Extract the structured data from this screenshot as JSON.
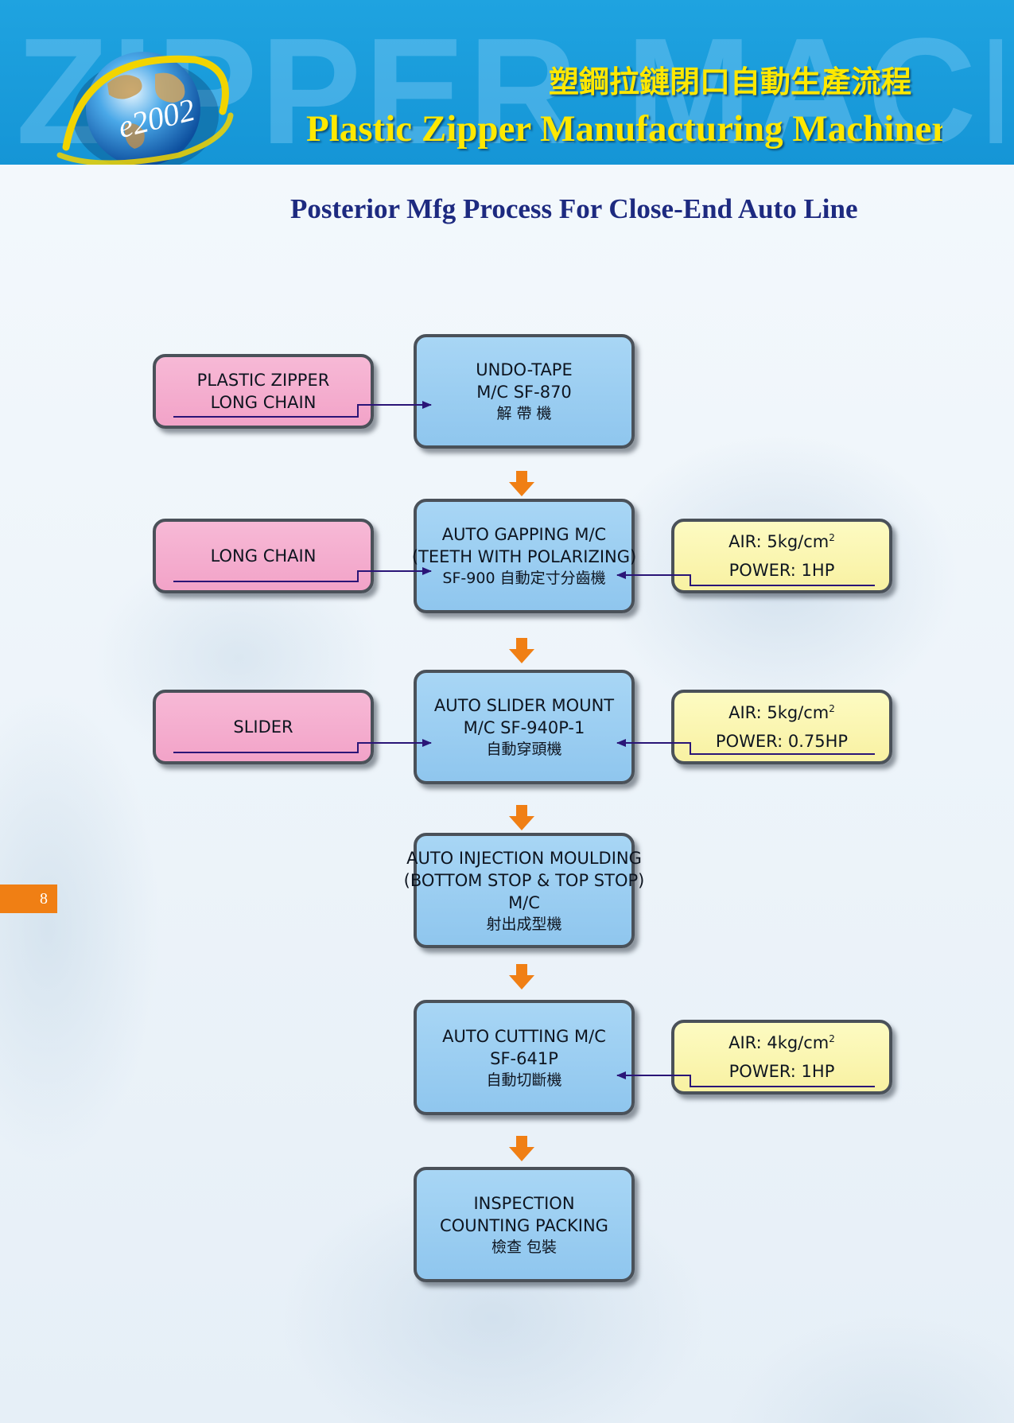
{
  "header": {
    "watermark": "ZIPPER MACHINE",
    "logo_text": "e2002",
    "title_cn": "塑鋼拉鏈閉口自動生產流程",
    "title_en": "Plastic  Zipper  Manufacturing  Machinery"
  },
  "subtitle": "Posterior Mfg Process For Close-End Auto Line",
  "page_number": "8",
  "flow": {
    "steps": [
      {
        "lines": [
          "UNDO-TAPE",
          "M/C  SF-870",
          "解  帶  機"
        ]
      },
      {
        "lines": [
          "AUTO GAPPING M/C",
          "(TEETH WITH POLARIZING)",
          "SF-900 自動定寸分齒機"
        ]
      },
      {
        "lines": [
          "AUTO SLIDER MOUNT",
          "M/C  SF-940P-1",
          "自動穿頭機"
        ]
      },
      {
        "lines": [
          "AUTO INJECTION MOULDING",
          "(BOTTOM STOP & TOP STOP)",
          "M/C",
          "射出成型機"
        ]
      },
      {
        "lines": [
          "AUTO CUTTING M/C",
          "SF-641P",
          "自動切斷機"
        ]
      },
      {
        "lines": [
          "INSPECTION",
          "COUNTING PACKING",
          "檢查   包裝"
        ]
      }
    ],
    "inputs": [
      {
        "lines": [
          "PLASTIC ZIPPER",
          "LONG CHAIN"
        ]
      },
      {
        "lines": [
          "LONG  CHAIN"
        ]
      },
      {
        "lines": [
          "SLIDER"
        ]
      }
    ],
    "utilities": [
      {
        "air_value": "AIR: 5kg/cm",
        "air_exp": "2",
        "power": "POWER: 1HP"
      },
      {
        "air_value": "AIR: 5kg/cm",
        "air_exp": "2",
        "power": "POWER: 0.75HP"
      },
      {
        "air_value": "AIR: 4kg/cm",
        "air_exp": "2",
        "power": "POWER: 1HP"
      }
    ]
  },
  "colors": {
    "header_blue": "#1595d6",
    "title_yellow": "#ffe800",
    "subtitle_navy": "#1d2a80",
    "step_blue": "#8fc6ee",
    "input_pink": "#f2a3c8",
    "utility_yellow": "#f8f1a2",
    "flow_arrow_orange": "#f07f14",
    "connector_purple": "#2a1577"
  }
}
